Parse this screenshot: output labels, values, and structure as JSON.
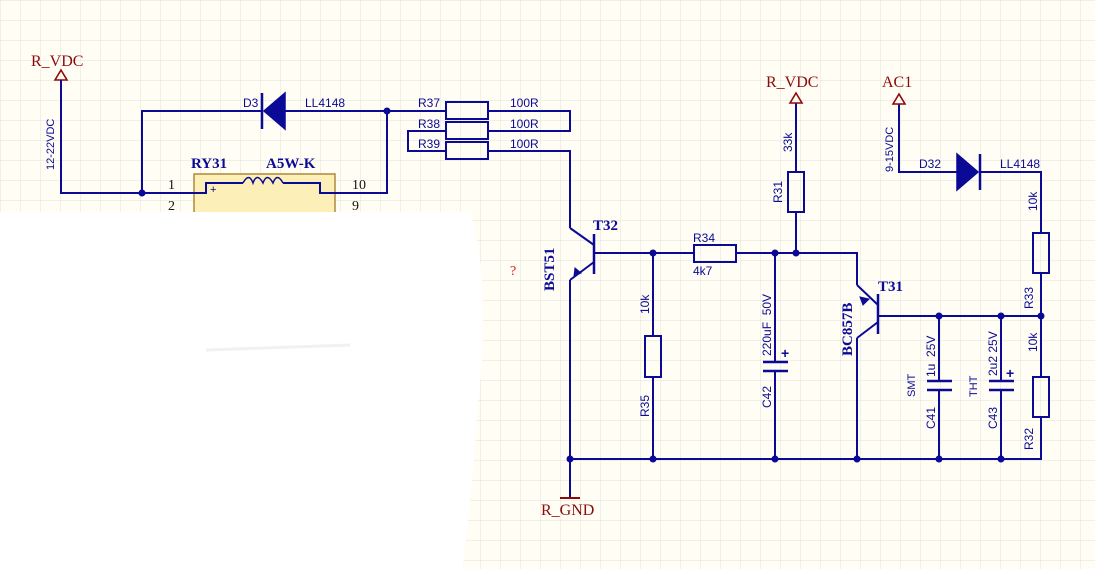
{
  "colors": {
    "background": "#fffdf4",
    "grid": "#e2e2dc",
    "wire": "#0a0a96",
    "component": "#0a0a96",
    "port_label": "#8b0a0a",
    "designator": "#0a0a96",
    "relay_fill": "#fcefb8",
    "relay_border": "#b08a3a",
    "mask": "#ffffff",
    "error_mark": "#e02020"
  },
  "ports": {
    "r_vdc_left": "R_VDC",
    "r_vdc_top": "R_VDC",
    "ac1": "AC1",
    "r_gnd": "R_GND"
  },
  "net_labels": {
    "v12_22": "12-22VDC",
    "v9_15": "9-15VDC"
  },
  "relay": {
    "designator": "RY31",
    "part": "A5W-K",
    "pin1": "1",
    "pin2": "2",
    "pin10": "10",
    "pin9": "9"
  },
  "diodes": {
    "d3": {
      "designator": "D3",
      "part": "LL4148"
    },
    "d32": {
      "designator": "D32",
      "part": "LL4148"
    }
  },
  "resistors": {
    "r37": {
      "designator": "R37",
      "value": "100R"
    },
    "r38": {
      "designator": "R38",
      "value": "100R"
    },
    "r39": {
      "designator": "R39",
      "value": "100R"
    },
    "r34": {
      "designator": "R34",
      "value": "4k7"
    },
    "r31": {
      "designator": "R31",
      "value": "33k"
    },
    "r35": {
      "designator": "R35",
      "value": "10k"
    },
    "r33": {
      "designator": "R33",
      "value": "10k"
    },
    "r32": {
      "designator": "R32",
      "value": "10k"
    }
  },
  "transistors": {
    "t32": {
      "designator": "T32",
      "part": "BST51"
    },
    "t31": {
      "designator": "T31",
      "part": "BC857B"
    }
  },
  "capacitors": {
    "c42": {
      "designator": "C42",
      "value": "220uF  50V"
    },
    "c41": {
      "designator": "C41",
      "value": "1u  25V",
      "tag": "SMT"
    },
    "c43": {
      "designator": "C43",
      "value": "2u2 25V",
      "tag": "THT"
    }
  },
  "error_mark": "?"
}
